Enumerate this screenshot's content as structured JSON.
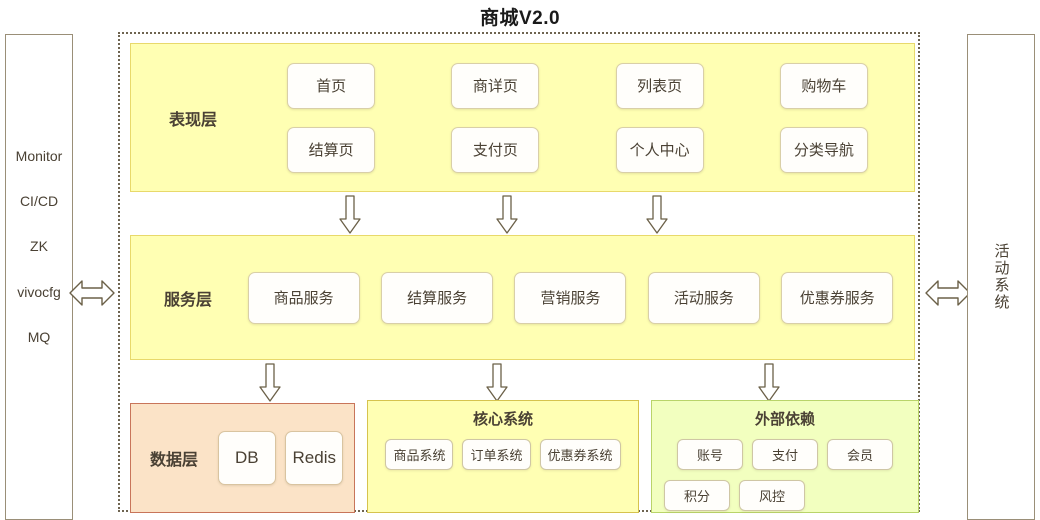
{
  "title": "商城V2.0",
  "left_sidebar": {
    "name": "infrastructure-column",
    "items": [
      {
        "label": "Monitor"
      },
      {
        "label": "CI/CD"
      },
      {
        "label": "ZK"
      },
      {
        "label": "vivocfg"
      },
      {
        "label": "MQ"
      }
    ]
  },
  "right_sidebar": {
    "label": "活动系统"
  },
  "connectors": {
    "left_arrow": "double-arrow-left",
    "right_arrow": "double-arrow-right",
    "down_arrow": "block-arrow-down"
  },
  "layers": {
    "presentation": {
      "label": "表现层",
      "nodes": [
        {
          "label": "首页"
        },
        {
          "label": "商详页"
        },
        {
          "label": "列表页"
        },
        {
          "label": "购物车"
        },
        {
          "label": "结算页"
        },
        {
          "label": "支付页"
        },
        {
          "label": "个人中心"
        },
        {
          "label": "分类导航"
        }
      ]
    },
    "service": {
      "label": "服务层",
      "nodes": [
        {
          "label": "商品服务"
        },
        {
          "label": "结算服务"
        },
        {
          "label": "营销服务"
        },
        {
          "label": "活动服务"
        },
        {
          "label": "优惠券服务"
        }
      ]
    },
    "data": {
      "label": "数据层",
      "nodes": [
        {
          "label": "DB"
        },
        {
          "label": "Redis"
        }
      ]
    }
  },
  "panels": {
    "core_system": {
      "heading": "核心系统",
      "chips": [
        {
          "label": "商品系统"
        },
        {
          "label": "订单系统"
        },
        {
          "label": "优惠券系统"
        }
      ]
    },
    "external_deps": {
      "heading": "外部依赖",
      "chips_row1": [
        {
          "label": "账号"
        },
        {
          "label": "支付"
        },
        {
          "label": "会员"
        }
      ],
      "chips_row2": [
        {
          "label": "积分"
        },
        {
          "label": "风控"
        }
      ]
    }
  },
  "colors": {
    "layer_yellow": "#ffffb3",
    "data_peach": "#fbe3c7",
    "external_green": "#f2ffbf",
    "node_white": "#fffefb",
    "border_brown": "#9a8f78"
  }
}
